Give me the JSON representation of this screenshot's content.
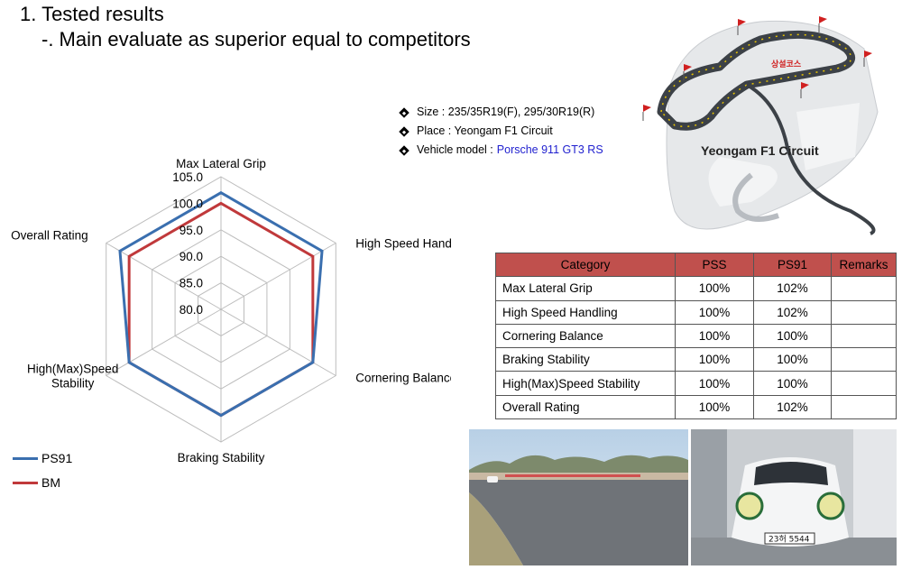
{
  "heading": "1. Tested results",
  "subheading": "-. Main evaluate as superior equal to competitors",
  "specs": [
    {
      "label": "Size : 235/35R19(F), 295/30R19(R)",
      "value": ""
    },
    {
      "label": "Place : Yeongam F1 Circuit",
      "value": ""
    },
    {
      "label": "Vehicle model :",
      "value": "Porsche 911 GT3 RS"
    }
  ],
  "map": {
    "title": "Yeongam F1 Circuit",
    "badge": "상설코스"
  },
  "chart_data": {
    "type": "radar",
    "categories": [
      "Max Lateral Grip",
      "High Speed Handling",
      "Cornering Balance",
      "Braking Stability",
      "High(Max)Speed Stability",
      "Overall Rating"
    ],
    "range": [
      80,
      105
    ],
    "ticks": [
      "80.0",
      "85.0",
      "90.0",
      "95.0",
      "100.0",
      "105.0"
    ],
    "tick_values": [
      80,
      85,
      90,
      95,
      100,
      105
    ],
    "series": [
      {
        "name": "PS91",
        "color": "#3a6faf",
        "values": [
          102,
          102,
          100,
          100,
          100,
          102
        ]
      },
      {
        "name": "BM",
        "color": "#c0393b",
        "values": [
          100,
          100,
          100,
          100,
          100,
          100
        ]
      }
    ],
    "legend_position": "bottom-left"
  },
  "table": {
    "headers": [
      "Category",
      "PSS",
      "PS91",
      "Remarks"
    ],
    "rows": [
      [
        "Max Lateral Grip",
        "100%",
        "102%",
        ""
      ],
      [
        "High Speed Handling",
        "100%",
        "102%",
        ""
      ],
      [
        "Cornering Balance",
        "100%",
        "100%",
        ""
      ],
      [
        "Braking Stability",
        "100%",
        "100%",
        ""
      ],
      [
        "High(Max)Speed Stability",
        "100%",
        "100%",
        ""
      ],
      [
        "Overall Rating",
        "100%",
        "102%",
        ""
      ]
    ]
  },
  "photos": {
    "plate": "23허 5544"
  }
}
